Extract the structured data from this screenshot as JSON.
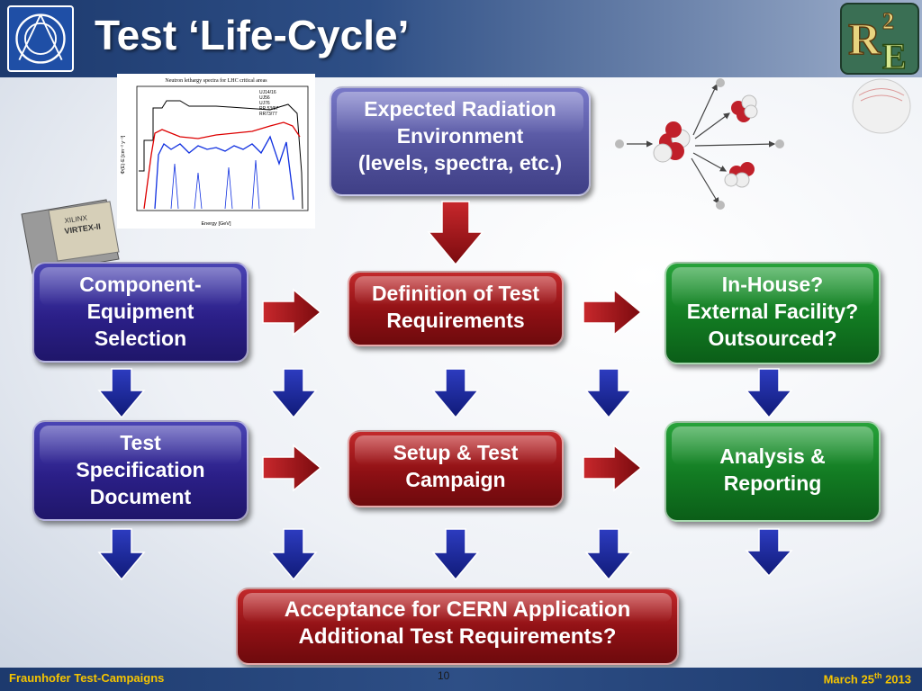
{
  "slide": {
    "title": "Test ‘Life-Cycle’",
    "page_number": "10",
    "footer_left": "Fraunhofer Test-Campaigns",
    "footer_right_prefix": "March 25",
    "footer_right_sup": "th",
    "footer_right_suffix": " 2013"
  },
  "logos": {
    "left": "CERN",
    "right": "R2E"
  },
  "plot": {
    "title": "Neutron lethargy spectra for LHC critical areas",
    "xlabel": "Energy [GeV]",
    "ylabel": "Φ(E)·E [cm⁻² y⁻¹]",
    "legend": [
      "UJ14/16",
      "UJ56",
      "UJ76",
      "RR 53/57",
      "RR73/77"
    ]
  },
  "boxes": {
    "radiation": [
      "Expected Radiation",
      "Environment",
      "(levels, spectra, etc.)"
    ],
    "component": [
      "Component-",
      "Equipment",
      "Selection"
    ],
    "definition": [
      "Definition of Test",
      "Requirements"
    ],
    "inhouse": [
      "In-House?",
      "External Facility?",
      "Outsourced?"
    ],
    "specification": [
      "Test",
      "Specification",
      "Document"
    ],
    "setup": [
      "Setup & Test",
      "Campaign"
    ],
    "analysis": [
      "Analysis &",
      "Reporting"
    ],
    "acceptance": [
      "Acceptance for CERN Application",
      "Additional Test Requirements?"
    ]
  },
  "colors": {
    "blue": "#2b1f88",
    "red": "#8e1014",
    "green": "#127a22",
    "lavender": "#54549e",
    "footer_text": "#f5c400"
  }
}
